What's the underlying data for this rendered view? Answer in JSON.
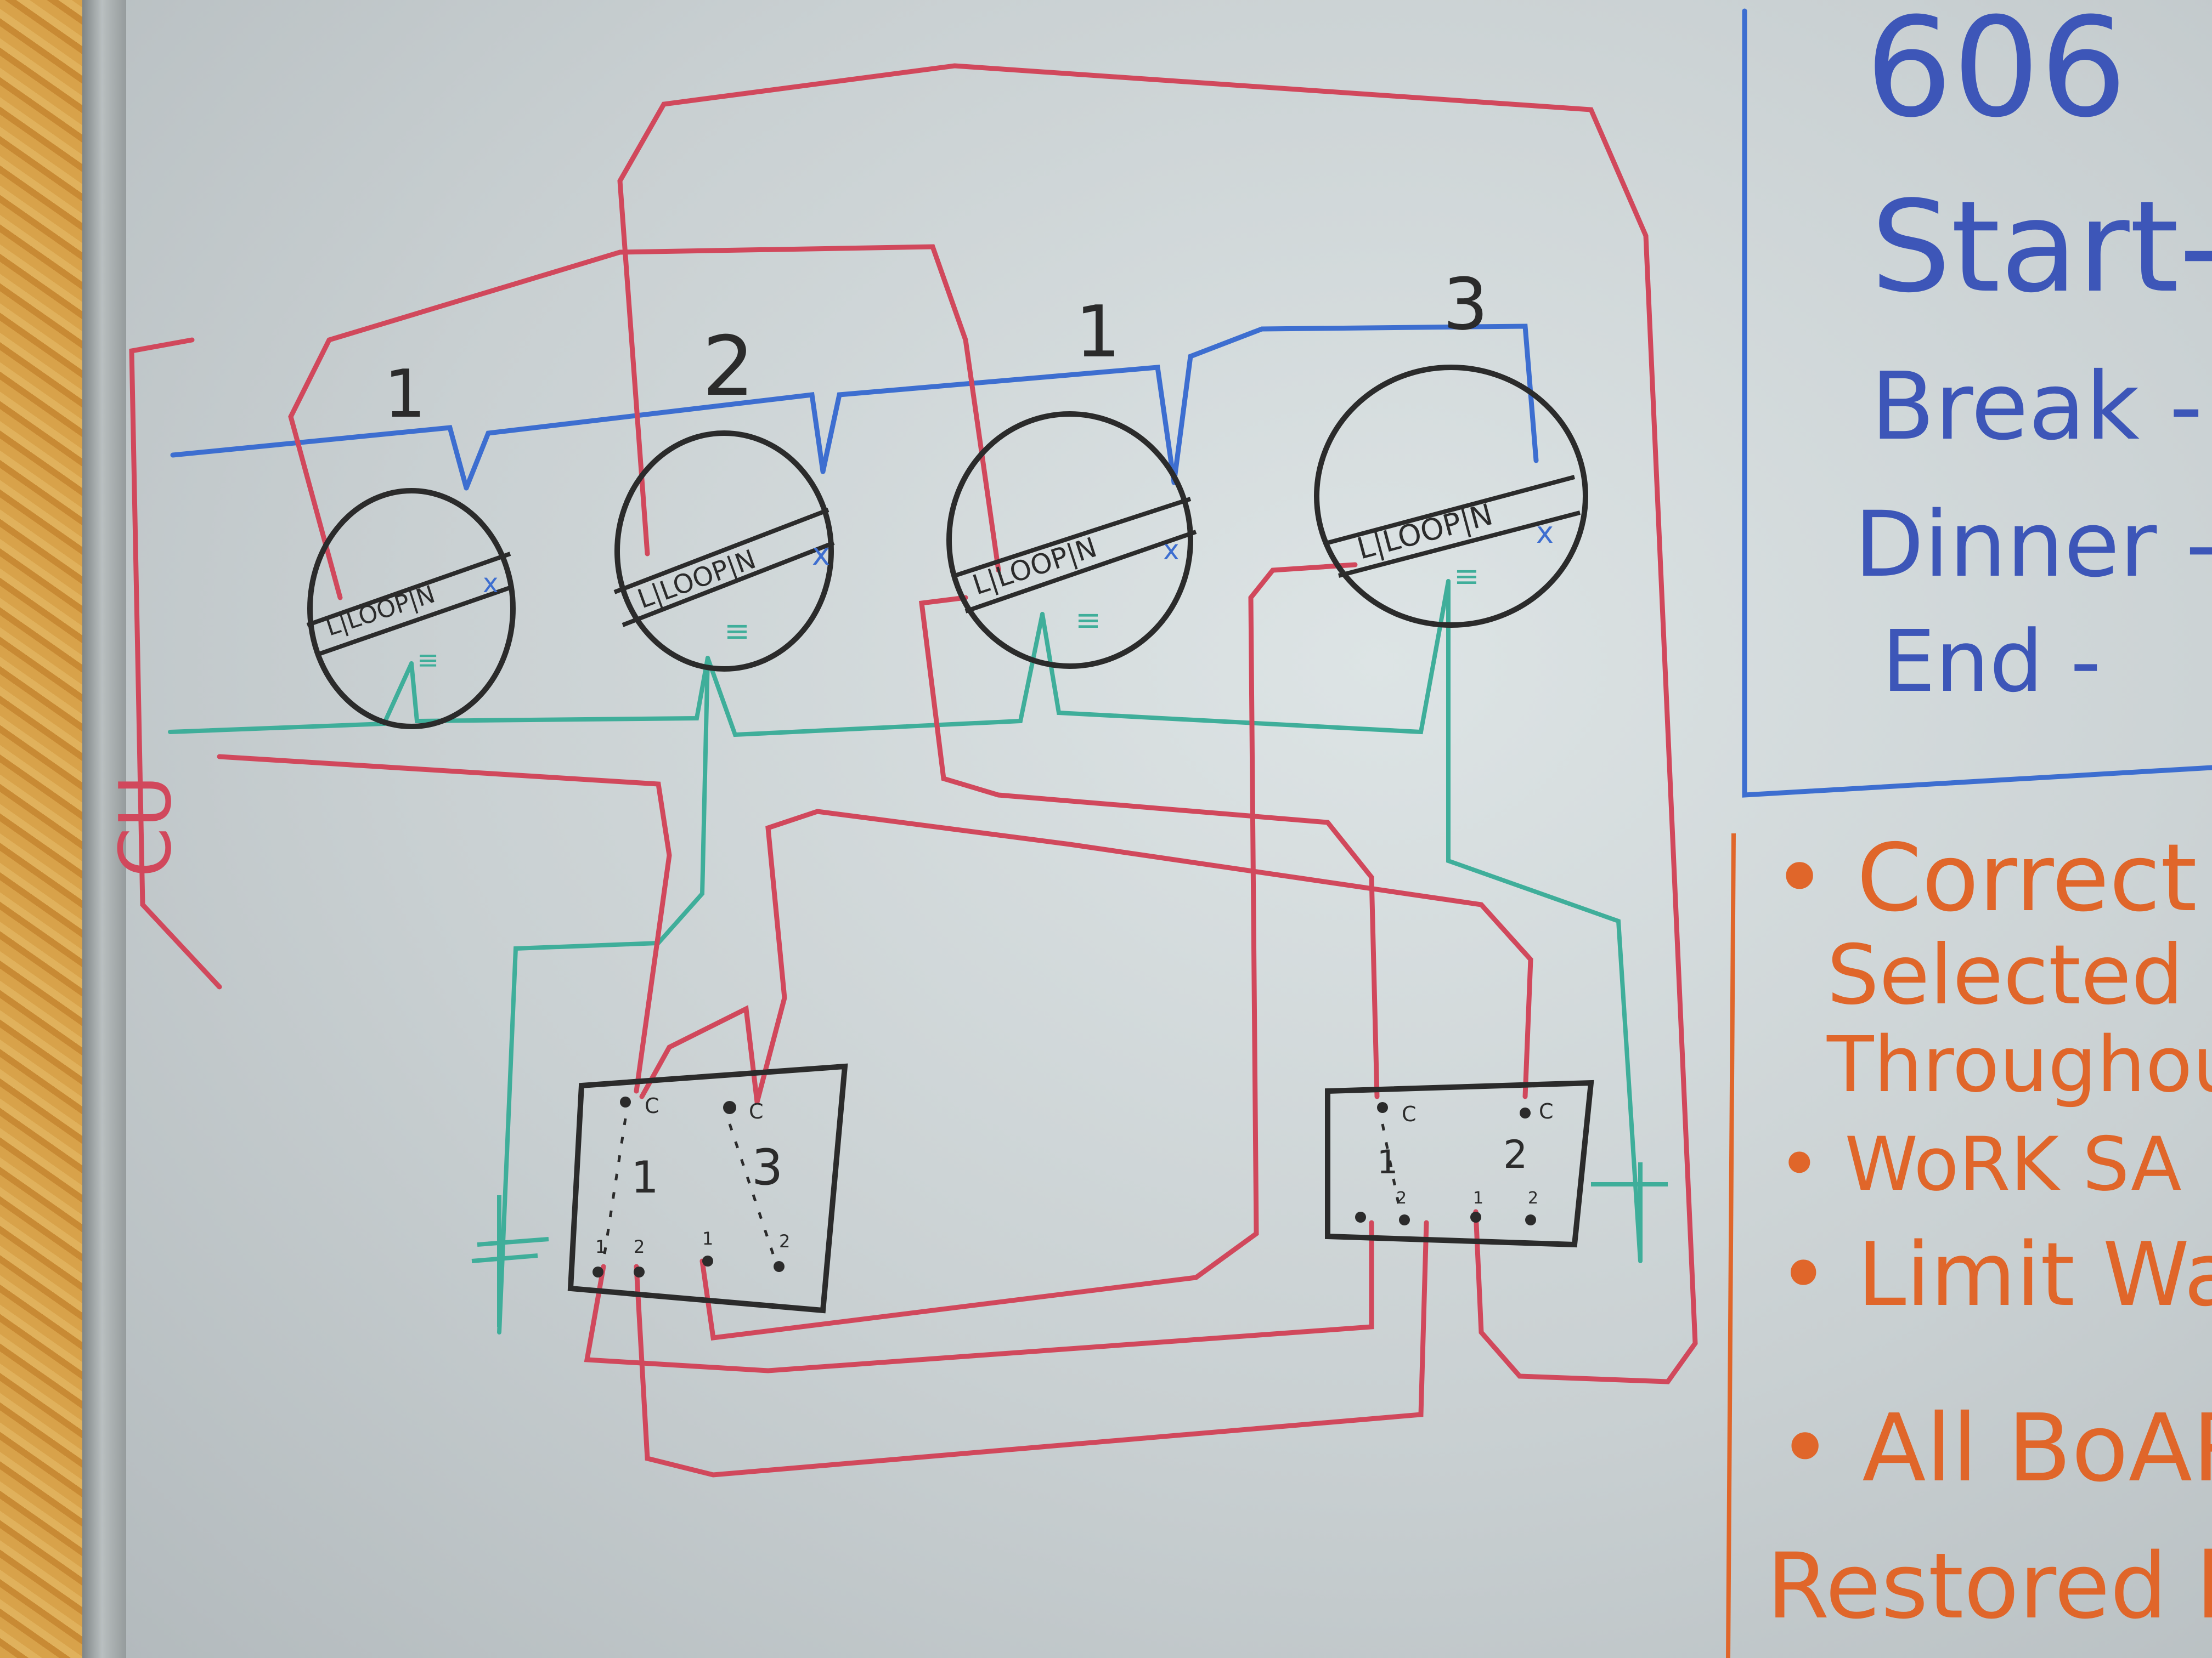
{
  "diagram": {
    "title": "606",
    "schedule": {
      "items": [
        "Start-",
        "Break -",
        "Dinner -",
        "End -"
      ]
    },
    "notes": {
      "items": [
        "• Correct",
        "Selected",
        "Throughout",
        "• WoRK SA",
        "• Limit Was",
        "• All BoARI",
        "Restored b"
      ]
    },
    "circuit_labels": [
      "1",
      "2",
      "1",
      "3"
    ],
    "fitting_terminals": [
      "L|LOOP|N",
      "L|LOOP|N",
      "L|LOOP|N",
      "L|LOOP|N"
    ],
    "switch_left": {
      "gangs": [
        "1",
        "3"
      ],
      "terminal_common": "C",
      "terminal_1": "1",
      "terminal_2": "2"
    },
    "switch_right": {
      "gangs": [
        "1",
        "2"
      ],
      "terminal_common": "C",
      "terminal_1": "1",
      "terminal_2": "2"
    },
    "earth_mark": "≡",
    "neutral_mark": "x",
    "supply_label": "CU"
  },
  "colors": {
    "line_wire": "#d1485c",
    "neutral_wire": "#3d6ed0",
    "earth_wire": "#3fae9a",
    "marker_black": "#2b2b2b",
    "note_blue": "#3d56b8",
    "note_orange": "#e0662a"
  }
}
